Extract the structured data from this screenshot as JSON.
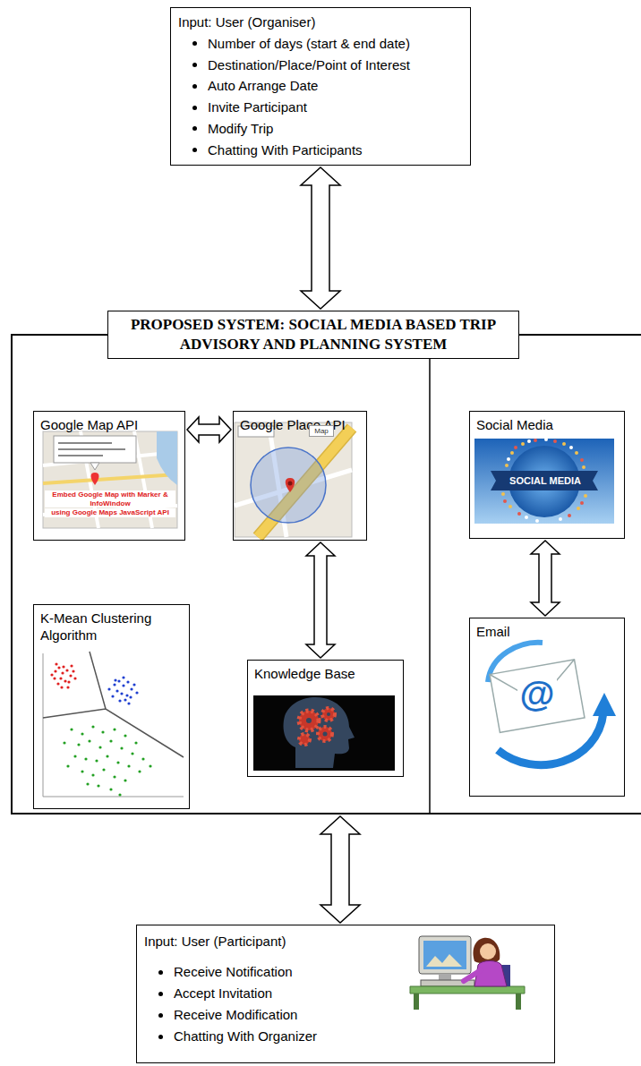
{
  "diagram": {
    "nodes": [
      {
        "text": [
          "Input: User (Organiser)",
          "Number of days (start & end date)",
          "Destination/Place/Point of Interest",
          "Auto Arrange Date",
          "Invite Participant",
          "Modify Trip",
          "Chatting With Participants"
        ]
      },
      {
        "text": [
          "PROPOSED SYSTEM: SOCIAL MEDIA BASED TRIP ADVISORY AND PLANNING SYSTEM"
        ]
      },
      {
        "text": [
          "Google Map API"
        ],
        "in": 1
      },
      {
        "text": [
          "Google Place API"
        ],
        "in": 1
      },
      {
        "text": [
          "K-Mean Clustering Algorithm"
        ],
        "in": 1
      },
      {
        "text": [
          "Knowledge Base"
        ],
        "in": 1
      },
      {
        "text": [
          "Social Media"
        ],
        "in": 1
      },
      {
        "text": [
          "Email"
        ],
        "in": 1
      },
      {
        "text": [
          "Input: User (Participant)",
          "Receive Notification",
          "Accept Invitation",
          "Receive Modification",
          "Chatting With Organizer"
        ]
      }
    ],
    "edges": [
      {
        "from": 0,
        "to": 1,
        "arrow": "both"
      },
      {
        "from": 2,
        "to": 3,
        "arrow": "both"
      },
      {
        "from": 3,
        "to": 5,
        "arrow": "both"
      },
      {
        "from": 6,
        "to": 7,
        "arrow": "both"
      },
      {
        "from": 1,
        "to": 8,
        "arrow": "both"
      }
    ],
    "labels": [
      "Embed Google Map with Marker & InfoWindow",
      "using Google Maps JavaScript API",
      "Map",
      "SOCIAL MEDIA",
      "@"
    ]
  }
}
